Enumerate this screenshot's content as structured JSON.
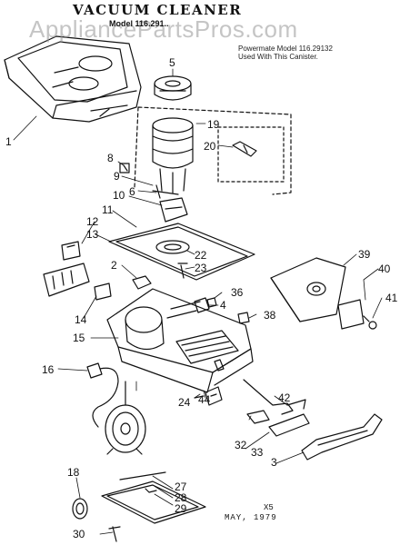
{
  "header": {
    "title": "VACUUM CLEANER",
    "model_line": "Model 116.291..",
    "watermark": "AppliancePartsPros.com"
  },
  "note": {
    "line1": "Powermate Model 116.29132",
    "line2": "Used With This Canister."
  },
  "footer": {
    "code": "X5",
    "date": "MAY, 1979"
  },
  "part_numbers": {
    "p1": "1",
    "p2": "2",
    "p3": "3",
    "p4": "4",
    "p5": "5",
    "p6": "6",
    "p8": "8",
    "p9": "9",
    "p10": "10",
    "p11": "11",
    "p12": "12",
    "p13": "13",
    "p14": "14",
    "p15": "15",
    "p16": "16",
    "p18": "18",
    "p19": "19",
    "p20": "20",
    "p22": "22",
    "p23": "23",
    "p24": "24",
    "p27": "27",
    "p28": "28",
    "p29": "29",
    "p30": "30",
    "p32": "32",
    "p33": "33",
    "p36": "36",
    "p38": "38",
    "p39": "39",
    "p40": "40",
    "p41": "41",
    "p42": "42",
    "p44": "44"
  },
  "colors": {
    "ink": "#111111",
    "watermark": "#969696",
    "paper": "#ffffff"
  }
}
